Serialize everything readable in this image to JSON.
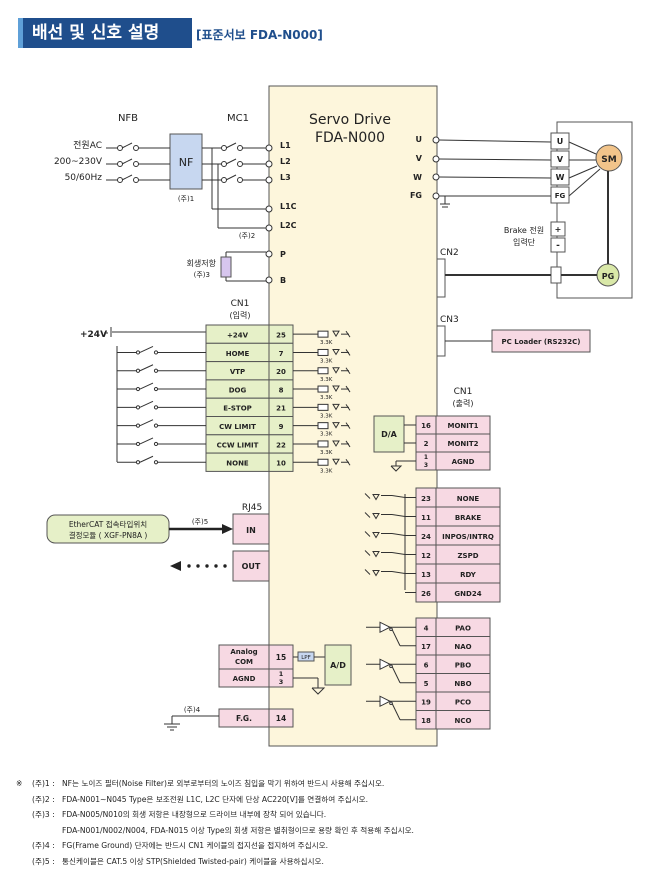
{
  "header": {
    "title": "배선 및 신호 설명",
    "subtitle": "[표준서보 FDA-N000]"
  },
  "drive": {
    "title1": "Servo Drive",
    "title2": "FDA-N000"
  },
  "power": {
    "nfb": "NFB",
    "mc1": "MC1",
    "nf": "NF",
    "label_ac": "전원AC",
    "label_v": "200~230V",
    "label_hz": "50/60Hz",
    "note1": "(주)1",
    "note2": "(주)2"
  },
  "power_terminals": [
    "L1",
    "L2",
    "L3",
    "L1C",
    "L2C",
    "P",
    "B"
  ],
  "regen": {
    "label": "회생저항",
    "note": "(주)3"
  },
  "motor_terminals": [
    "U",
    "V",
    "W",
    "FG"
  ],
  "motor_box": [
    "U",
    "V",
    "W",
    "FG"
  ],
  "sm": "SM",
  "pg": "PG",
  "brake": {
    "line1": "Brake 전원",
    "line2": "입력단",
    "plus": "+",
    "minus": "-"
  },
  "cn2": "CN2",
  "cn3": "CN3",
  "pc_loader": "PC Loader (RS232C)",
  "cn1_in": {
    "title": "CN1",
    "sub": "(입력)",
    "plus24": "+24V",
    "signals": [
      {
        "name": "+24V",
        "pin": "25"
      },
      {
        "name": "HOME",
        "pin": "7"
      },
      {
        "name": "VTP",
        "pin": "20"
      },
      {
        "name": "DOG",
        "pin": "8"
      },
      {
        "name": "E-STOP",
        "pin": "21"
      },
      {
        "name": "CW LIMIT",
        "pin": "9"
      },
      {
        "name": "CCW LIMIT",
        "pin": "22"
      },
      {
        "name": "NONE",
        "pin": "10"
      }
    ]
  },
  "res_label": "3.3K",
  "cn1_out": {
    "title": "CN1",
    "sub": "(출력)",
    "da": "D/A",
    "mon": [
      {
        "pin": "16",
        "name": "MONIT1"
      },
      {
        "pin": "2",
        "name": "MONIT2"
      },
      {
        "pin": "1",
        "pin2": "3",
        "name": "AGND"
      }
    ],
    "dout": [
      {
        "pin": "23",
        "name": "NONE"
      },
      {
        "pin": "11",
        "name": "BRAKE"
      },
      {
        "pin": "24",
        "name": "INPOS/INTRQ"
      },
      {
        "pin": "12",
        "name": "ZSPD"
      },
      {
        "pin": "13",
        "name": "RDY"
      },
      {
        "pin": "26",
        "name": "GND24"
      }
    ],
    "pulse": [
      {
        "pin": "4",
        "name": "PAO"
      },
      {
        "pin": "17",
        "name": "NAO"
      },
      {
        "pin": "6",
        "name": "PBO"
      },
      {
        "pin": "5",
        "name": "NBO"
      },
      {
        "pin": "19",
        "name": "PCO"
      },
      {
        "pin": "18",
        "name": "NCO"
      }
    ]
  },
  "rj45": {
    "title": "RJ45",
    "in": "IN",
    "out": "OUT",
    "note": "(주)5",
    "ethercat1": "EtherCAT 접속타입위치",
    "ethercat2": "결정모듈 ( XGF-PN8A )"
  },
  "analog": {
    "com1": "Analog",
    "com2": "COM",
    "com_pin": "15",
    "agnd": "AGND",
    "agnd_pin1": "1",
    "agnd_pin2": "3",
    "lpf": "LPF",
    "ad": "A/D"
  },
  "fg": {
    "note": "(주)4",
    "label": "F.G.",
    "pin": "14"
  },
  "notes": [
    {
      "mark": "※",
      "tag": "(주)1 :",
      "text": "NF는 노이즈 필터(Noise Filter)로 외부로부터의 노이즈 침입을 막기 위하여 반드시 사용해 주십시오."
    },
    {
      "mark": "",
      "tag": "(주)2 :",
      "text": "FDA-N001~N045 Type은 보조전원 L1C, L2C 단자에 단상 AC220[V]를 연결하여 주십시오."
    },
    {
      "mark": "",
      "tag": "(주)3 :",
      "text": "FDA-N005/N010의 회생 저항은 내장형으로 드라이브 내부에 장착 되어 있습니다."
    },
    {
      "mark": "",
      "tag": "",
      "text": "FDA-N001/N002/N004, FDA-N015 이상 Type의 회생 저항은 별취형이므로 용량 확인 후 적용해 주십시오."
    },
    {
      "mark": "",
      "tag": "(주)4 :",
      "text": "FG(Frame Ground) 단자에는 반드시 CN1 케이블의 접지선을 접지하여 주십시오."
    },
    {
      "mark": "",
      "tag": "(주)5 :",
      "text": "통신케이블은 CAT.5 이상 STP(Shielded Twisted-pair) 케이블을 사용하십시오."
    }
  ],
  "colors": {
    "header_bg": "#1f4e8c",
    "drive_bg": "#fdf6dc",
    "pink": "#f7d9e3",
    "green": "#e6f0c8",
    "blue": "#c7d7f0"
  }
}
